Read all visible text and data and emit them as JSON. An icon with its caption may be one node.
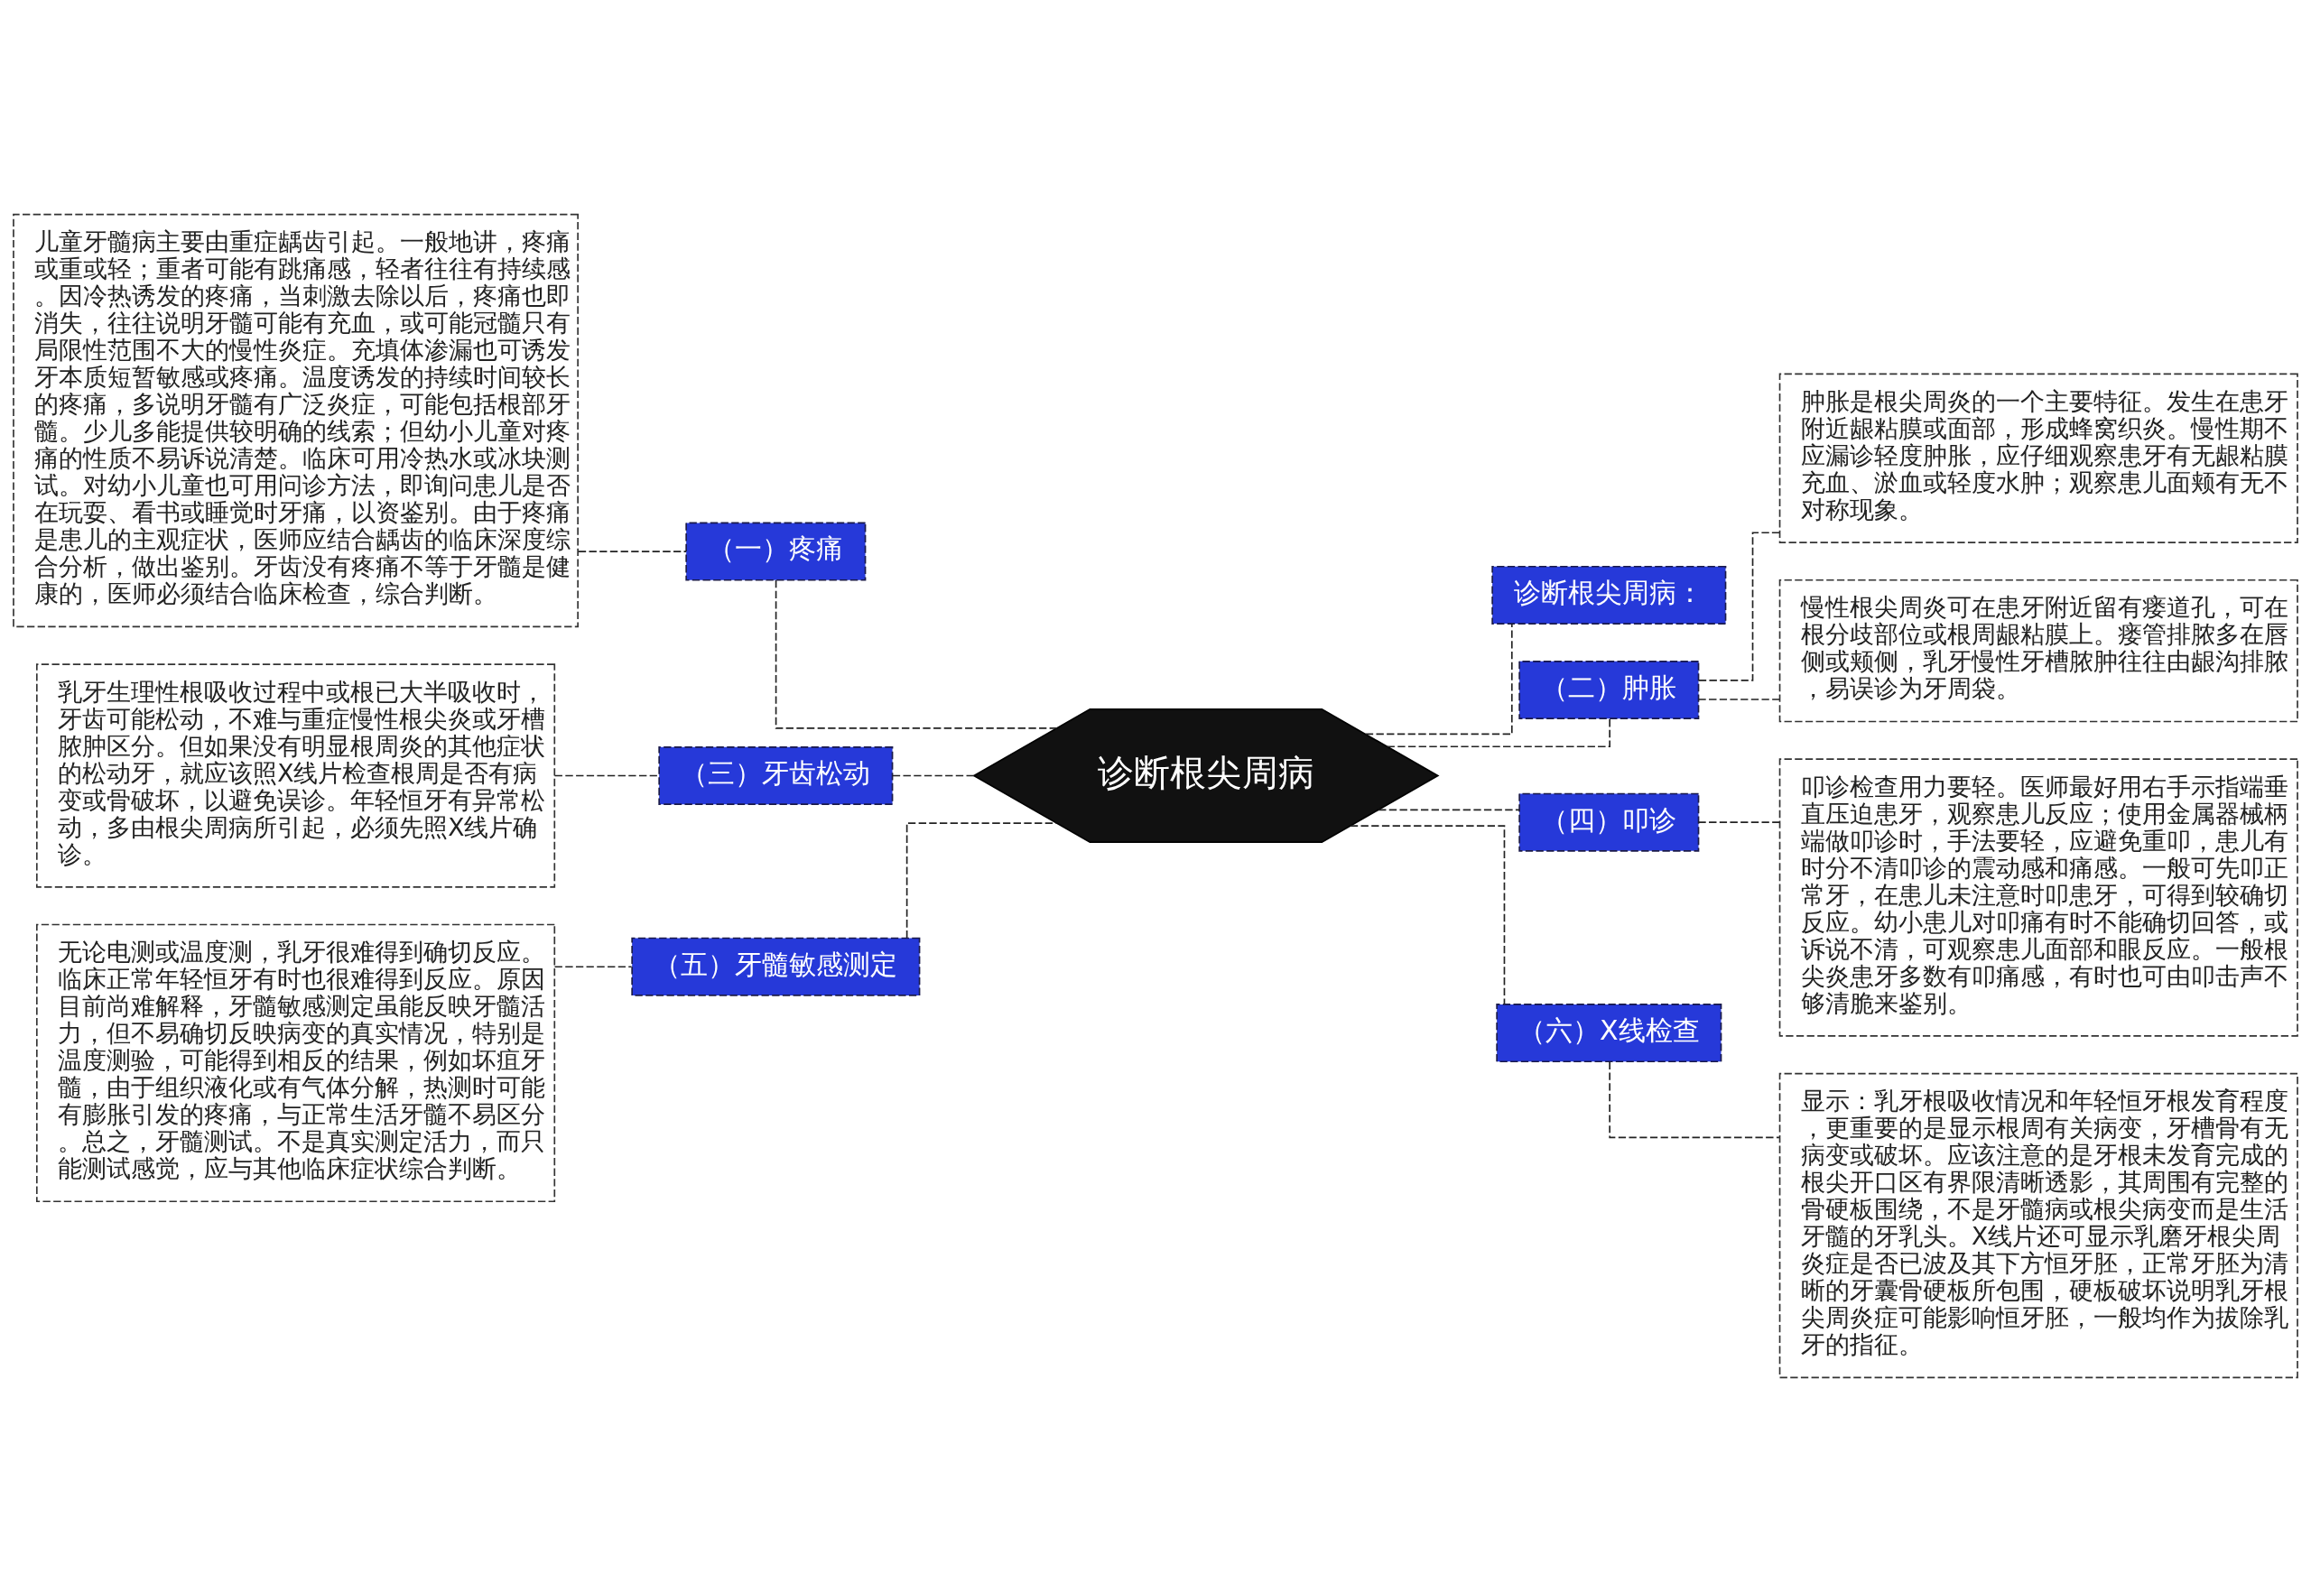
{
  "diagram": {
    "nodes": [
      {
        "text": [
          "诊断根尖周病"
        ]
      },
      {
        "text": [
          "诊断根尖周病："
        ]
      },
      {
        "text": [
          "（一）疼痛"
        ]
      },
      {
        "text": [
          "儿童牙髓病主要由重症龋齿引起。一般地讲，疼痛或重或轻；重者可能有跳痛感，轻者往往有持续感。因冷热诱发的疼痛，当刺激去除以后，疼痛也即消失，往往说明牙髓可能有充血，或可能冠髓只有局限性范围不大的慢性炎症。充填体渗漏也可诱发牙本质短暂敏感或疼痛。温度诱发的持续时间较长的疼痛，多说明牙髓有广泛炎症，可能包括根部牙髓。少儿多能提供较明确的线索；但幼小儿童对疼痛的性质不易诉说清楚。临床可用冷热水或冰块测试。对幼小儿童也可用问诊方法，即询问患儿是否在玩耍、看书或睡觉时牙痛，以资鉴别。由于疼痛是患儿的主观症状，医师应结合龋齿的临床深度综合分析，做出鉴别。牙齿没有疼痛不等于牙髓是健康的，医师必须结合临床检查，综合判断。"
        ]
      },
      {
        "text": [
          "（二）肿胀"
        ]
      },
      {
        "text": [
          "肿胀是根尖周炎的一个主要特征。发生在患牙附近龈粘膜或面部，形成蜂窝织炎。慢性期不应漏诊轻度肿胀，应仔细观察患牙有无龈粘膜充血、淤血或轻度水肿；观察患儿面颊有无不对称现象。"
        ]
      },
      {
        "text": [
          "慢性根尖周炎可在患牙附近留有瘘道孔，可在根分歧部位或根周龈粘膜上。瘘管排脓多在唇侧或颊侧，乳牙慢性牙槽脓肿往往由龈沟排脓，易误诊为牙周袋。"
        ]
      },
      {
        "text": [
          "（三）牙齿松动"
        ]
      },
      {
        "text": [
          "乳牙生理性根吸收过程中或根已大半吸收时，牙齿可能松动，不难与重症慢性根尖炎或牙槽脓肿区分。但如果没有明显根周炎的其他症状的松动牙，就应该照X线片检查根周是否有病变或骨破坏，以避免误诊。年轻恒牙有异常松动，多由根尖周病所引起，必须先照X线片确诊。"
        ]
      },
      {
        "text": [
          "（四）叩诊"
        ]
      },
      {
        "text": [
          "叩诊检查用力要轻。医师最好用右手示指端垂直压迫患牙，观察患儿反应；使用金属器械柄端做叩诊时，手法要轻，应避免重叩，患儿有时分不清叩诊的震动感和痛感。一般可先叩正常牙，在患儿未注意时叩患牙，可得到较确切反应。幼小患儿对叩痛有时不能确切回答，或诉说不清，可观察患儿面部和眼反应。一般根尖炎患牙多数有叩痛感，有时也可由叩击声不够清脆来鉴别。"
        ]
      },
      {
        "text": [
          "（五）牙髓敏感测定"
        ]
      },
      {
        "text": [
          "无论电测或温度测，乳牙很难得到确切反应。临床正常年轻恒牙有时也很难得到反应。原因目前尚难解释，牙髓敏感测定虽能反映牙髓活力，但不易确切反映病变的真实情况，特别是温度测验，可能得到相反的结果，例如坏疽牙髓，由于组织液化或有气体分解，热测时可能有膨胀引发的疼痛，与正常生活牙髓不易区分。总之，牙髓测试。不是真实测定活力，而只能测试感觉，应与其他临床症状综合判断。"
        ]
      },
      {
        "text": [
          "（六）X线检查"
        ]
      },
      {
        "text": [
          "显示：乳牙根吸收情况和年轻恒牙根发育程度，更重要的是显示根周有关病变，牙槽骨有无病变或破坏。应该注意的是牙根未发育完成的根尖开口区有界限清晰透影，其周围有完整的骨硬板围绕，不是牙髓病或根尖病变而是生活牙髓的牙乳头。X线片还可显示乳磨牙根尖周炎症是否已波及其下方恒牙胚，正常牙胚为清晰的牙囊骨硬板所包围，硬板破坏说明乳牙根尖周炎症可能影响恒牙胚，一般均作为拔除乳牙的指征。"
        ]
      }
    ],
    "edges": [
      {
        "from": 0,
        "to": 1,
        "arrow": "none",
        "style": "dashed"
      },
      {
        "from": 0,
        "to": 2,
        "arrow": "none",
        "style": "dashed"
      },
      {
        "from": 2,
        "to": 3,
        "arrow": "none",
        "style": "dashed"
      },
      {
        "from": 0,
        "to": 4,
        "arrow": "none",
        "style": "dashed"
      },
      {
        "from": 4,
        "to": 5,
        "arrow": "none",
        "style": "dashed"
      },
      {
        "from": 4,
        "to": 6,
        "arrow": "none",
        "style": "dashed"
      },
      {
        "from": 0,
        "to": 7,
        "arrow": "none",
        "style": "dashed"
      },
      {
        "from": 7,
        "to": 8,
        "arrow": "none",
        "style": "dashed"
      },
      {
        "from": 0,
        "to": 9,
        "arrow": "none",
        "style": "dashed"
      },
      {
        "from": 9,
        "to": 10,
        "arrow": "none",
        "style": "dashed"
      },
      {
        "from": 0,
        "to": 11,
        "arrow": "none",
        "style": "dashed"
      },
      {
        "from": 11,
        "to": 12,
        "arrow": "none",
        "style": "dashed"
      },
      {
        "from": 0,
        "to": 13,
        "arrow": "none",
        "style": "dashed"
      },
      {
        "from": 13,
        "to": 14,
        "arrow": "none",
        "style": "dashed"
      }
    ]
  }
}
